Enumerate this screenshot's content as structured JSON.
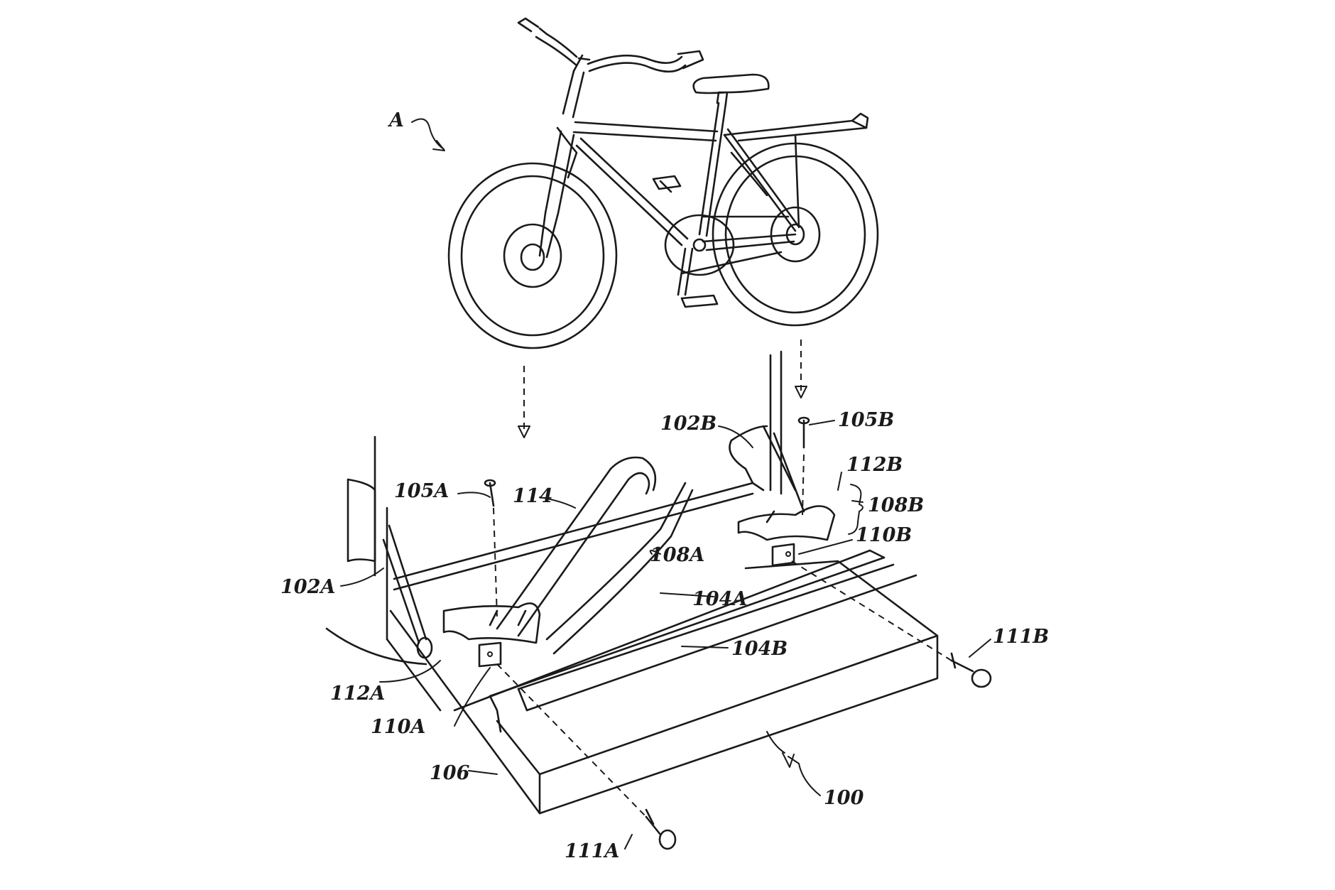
{
  "labels": {
    "A": "A",
    "l102A": "102A",
    "l102B": "102B",
    "l104A": "104A",
    "l104B": "104B",
    "l105A": "105A",
    "l105B": "105B",
    "l106": "106",
    "l108A": "108A",
    "l108B": "108B",
    "l110A": "110A",
    "l110B": "110B",
    "l111A": "111A",
    "l111B": "111B",
    "l112A": "112A",
    "l112B": "112B",
    "l114": "114",
    "l100": "100"
  }
}
